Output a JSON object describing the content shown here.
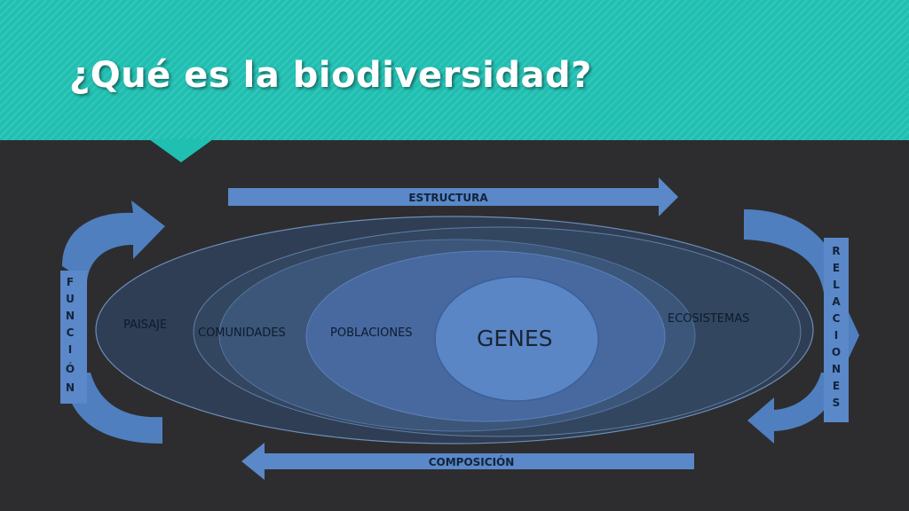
{
  "title": "¿Qué es la biodiversidad?",
  "diagram": {
    "rings": {
      "outer": "PAISAJE",
      "outer_right": "ECOSISTEMAS",
      "second": "COMUNIDADES",
      "third": "POBLACIONES",
      "core": "GENES"
    },
    "arrows": {
      "top": "ESTRUCTURA",
      "bottom": "COMPOSICIÓN"
    },
    "side": {
      "left": [
        "F",
        "U",
        "N",
        "C",
        "I",
        "Ó",
        "N"
      ],
      "right": [
        "R",
        "E",
        "L",
        "A",
        "C",
        "I",
        "O",
        "N",
        "E",
        "S"
      ]
    }
  },
  "colors": {
    "header": "#1fbfb1",
    "background": "#2d2d2f",
    "arrow": "#5a88c8"
  }
}
